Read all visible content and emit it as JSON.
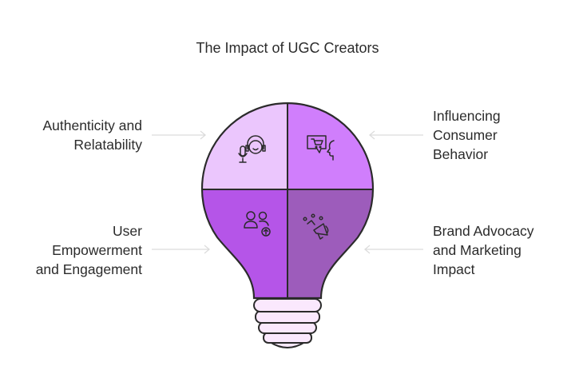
{
  "title": "The Impact of UGC Creators",
  "items": [
    {
      "label_lines": [
        "Authenticity and",
        "Relatability"
      ],
      "icon": "podcaster-headset-microphone-icon",
      "color": "#ebc6fd"
    },
    {
      "label_lines": [
        "Influencing",
        "Consumer",
        "Behavior"
      ],
      "icon": "shopping-cart-speech-bubble-icon",
      "color": "#d07efc"
    },
    {
      "label_lines": [
        "User",
        "Empowerment",
        "and Engagement"
      ],
      "icon": "users-upgrade-icon",
      "color": "#b555e8"
    },
    {
      "label_lines": [
        "Brand Advocacy",
        "and Marketing",
        "Impact"
      ],
      "icon": "megaphone-confetti-icon",
      "color": "#9d5cbb"
    }
  ],
  "base_color": "#fae8fd"
}
